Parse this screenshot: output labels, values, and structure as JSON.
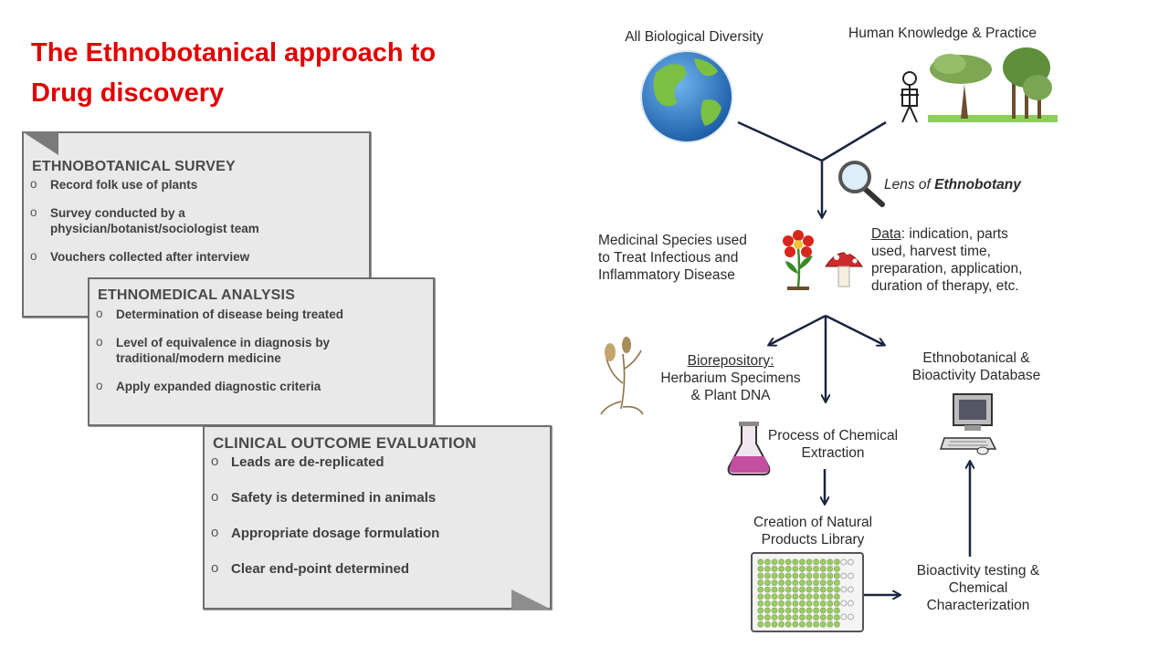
{
  "title_line1": "The Ethnobotanical approach to",
  "title_line2": "Drug discovery",
  "cards": [
    {
      "heading": "ETHNOBOTANICAL SURVEY",
      "items": [
        "Record folk use of plants",
        "Survey conducted by a physician/botanist/sociologist team",
        "Vouchers collected after interview"
      ]
    },
    {
      "heading": "ETHNOMEDICAL ANALYSIS",
      "items": [
        "Determination of disease being treated",
        "Level of equivalence in diagnosis by traditional/modern medicine",
        "Apply expanded diagnostic criteria"
      ]
    },
    {
      "heading": "CLINICAL OUTCOME EVALUATION",
      "items": [
        "Leads are de-replicated",
        "Safety is determined in animals",
        "Appropriate dosage formulation",
        "Clear end-point determined"
      ]
    }
  ],
  "diagram": {
    "all_bio": "All Biological Diversity",
    "human_knowledge": "Human Knowledge & Practice",
    "lens_prefix": "Lens of ",
    "lens_word": "Ethnobotany",
    "medicinal_l1": "Medicinal Species used",
    "medicinal_l2": "to Treat Infectious and",
    "medicinal_l3": "Inflammatory Disease",
    "data_label": "Data",
    "data_l1_rest": ": indication, parts",
    "data_l2": "used, harvest time,",
    "data_l3": "preparation, application,",
    "data_l4": "duration of therapy, etc.",
    "biorepo_label": "Biorepository:",
    "biorepo_l2": "Herbarium Specimens",
    "biorepo_l3": "& Plant DNA",
    "db_l1": "Ethnobotanical &",
    "db_l2": "Bioactivity Database",
    "extract_l1": "Process of Chemical",
    "extract_l2": "Extraction",
    "library_l1": "Creation of Natural",
    "library_l2": "Products Library",
    "testing_l1": "Bioactivity testing &",
    "testing_l2": "Chemical",
    "testing_l3": "Characterization"
  },
  "colors": {
    "title": "#e00000",
    "arrow": "#1a2540",
    "card_bg": "#e9e9e9",
    "plate_well": "#9ccc65",
    "earth_water": "#2f7fc8",
    "earth_land": "#7bc043",
    "flask_liquid": "#c24fa0",
    "flower_petal": "#d9261c",
    "mushroom_cap": "#cc2b2b"
  },
  "icons": [
    "earth-icon",
    "person-icon",
    "tree-icon",
    "magnifier-icon",
    "flower-icon",
    "mushroom-icon",
    "herbarium-plant-icon",
    "flask-icon",
    "computer-icon",
    "well-plate-icon"
  ]
}
